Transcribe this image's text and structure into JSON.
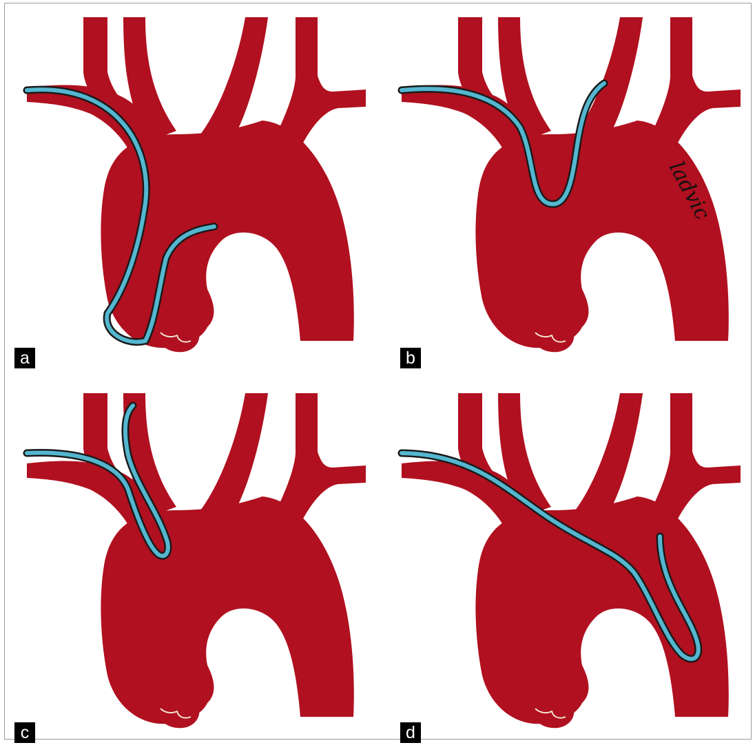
{
  "figure": {
    "panels": [
      {
        "label": "a",
        "catheter_path": "a"
      },
      {
        "label": "b",
        "catheter_path": "b"
      },
      {
        "label": "c",
        "catheter_path": "c"
      },
      {
        "label": "d",
        "catheter_path": "d"
      }
    ],
    "signature": "ladvic",
    "colors": {
      "vessel": "#b0101f",
      "catheter": "#55b6cf",
      "catheter_outline": "#1a1a1a",
      "valve_line": "#f3e3d0",
      "badge_bg": "#000000",
      "badge_text": "#ffffff",
      "frame": "#9a9a9a"
    }
  }
}
